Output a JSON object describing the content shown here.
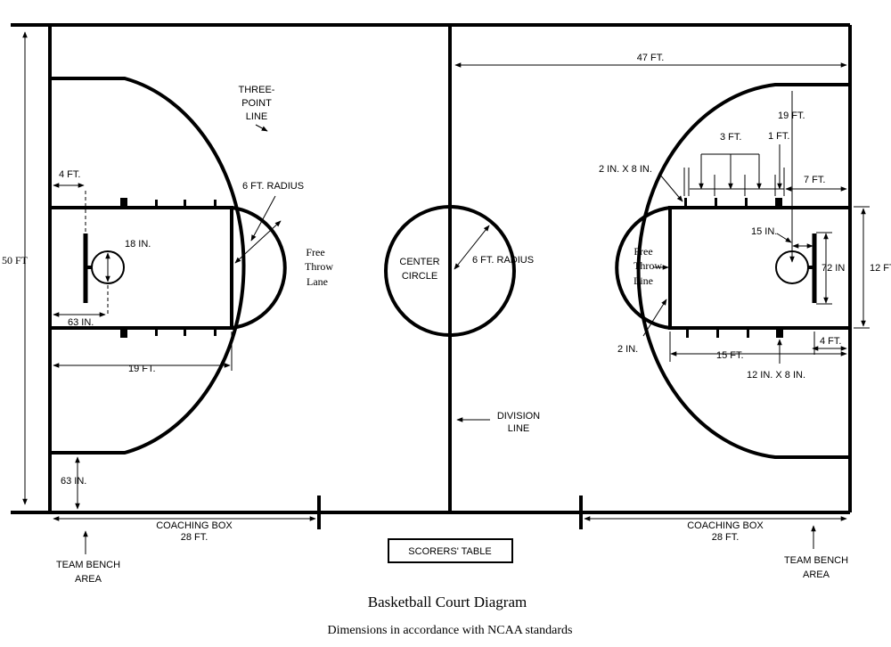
{
  "diagram": {
    "title": "Basketball Court Diagram",
    "subtitle": "Dimensions in accordance with NCAA standards",
    "labels": {
      "three_point_1": "THREE-",
      "three_point_2": "POINT",
      "three_point_3": "LINE",
      "four_ft_left": "4 FT.",
      "six_ft_radius_left": "6 FT. RADIUS",
      "eighteen_in": "18 IN.",
      "free_throw_lane_1": "Free",
      "free_throw_lane_2": "Throw",
      "free_throw_lane_3": "Lane",
      "sixty_three_in_left": "63 IN.",
      "nineteen_ft_left": "19 FT.",
      "sixty_three_in_bottom": "63 IN.",
      "fifty_ft": "50 FT",
      "center_circle_1": "CENTER",
      "center_circle_2": "CIRCLE",
      "six_ft_radius_center": "6 FT. RADIUS",
      "division_line_1": "DIVISION",
      "division_line_2": "LINE",
      "forty_seven_ft": "47 FT.",
      "nineteen_ft_right": "19 FT.",
      "three_ft": "3 FT.",
      "one_ft": "1 FT.",
      "two_in_x_8_in": "2 IN. X 8 IN.",
      "seven_ft": "7 FT.",
      "fifteen_in": "15 IN.",
      "seventy_two_in": "72 IN",
      "twelve_ft": "12 FT.",
      "free_throw_line_1": "Free",
      "free_throw_line_2": "Throw",
      "free_throw_line_3": "Line",
      "two_in": "2 IN.",
      "four_ft_right": "4 FT.",
      "fifteen_ft": "15 FT.",
      "twelve_in_x_8_in": "12 IN. X 8 IN.",
      "coaching_box_left_1": "COACHING BOX",
      "coaching_box_left_2": "28 FT.",
      "coaching_box_right_1": "COACHING BOX",
      "coaching_box_right_2": "28 FT.",
      "scorers_table": "SCORERS' TABLE",
      "team_bench_left_1": "TEAM BENCH",
      "team_bench_left_2": "AREA",
      "team_bench_right_1": "TEAM BENCH",
      "team_bench_right_2": "AREA"
    }
  }
}
